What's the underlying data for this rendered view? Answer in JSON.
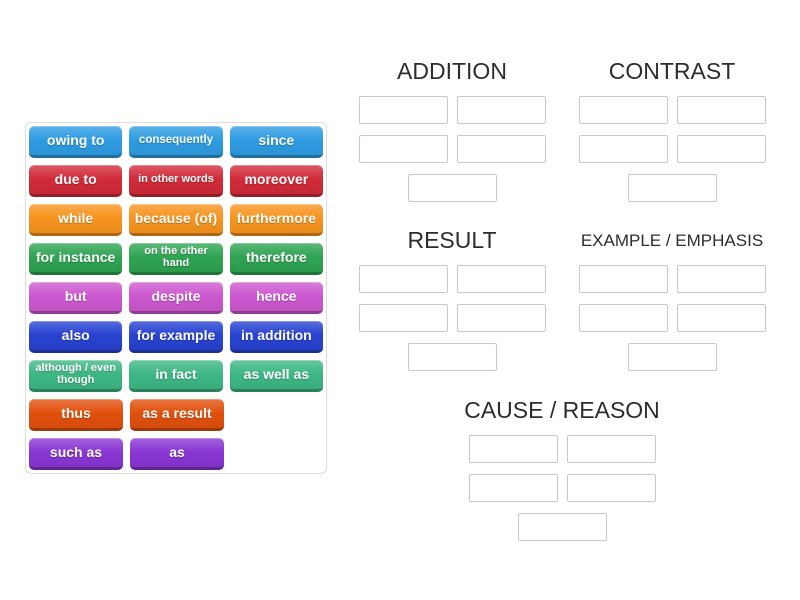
{
  "groups": [
    {
      "label": "ADDITION",
      "slots": 5
    },
    {
      "label": "CONTRAST",
      "slots": 5
    },
    {
      "label": "RESULT",
      "slots": 5
    },
    {
      "label": "EXAMPLE / EMPHASIS",
      "slots": 5
    },
    {
      "label": "CAUSE / REASON",
      "slots": 5
    }
  ],
  "tile_rows": [
    {
      "color": "#2e9ce1",
      "tiles": [
        "owing to",
        "consequently",
        "since"
      ]
    },
    {
      "color": "#d22b39",
      "tiles": [
        "due to",
        "in other words",
        "moreover"
      ]
    },
    {
      "color": "#f7941e",
      "tiles": [
        "while",
        "because (of)",
        "furthermore"
      ]
    },
    {
      "color": "#2fa452",
      "tiles": [
        "for instance",
        "on the other hand",
        "therefore"
      ]
    },
    {
      "color": "#cd58d0",
      "tiles": [
        "but",
        "despite",
        "hence"
      ]
    },
    {
      "color": "#2843d2",
      "tiles": [
        "also",
        "for example",
        "in addition"
      ]
    },
    {
      "color": "#3db784",
      "tiles": [
        "although / even though",
        "in fact",
        "as well as"
      ]
    },
    {
      "color": "#e1500d",
      "tiles": [
        "thus",
        "as a result"
      ]
    },
    {
      "color": "#8936d4",
      "tiles": [
        "such as",
        "as"
      ]
    }
  ],
  "colors": {
    "slot_border": "#c9c9c9",
    "header_text": "#2d2d2d",
    "panel_border": "#dcdcdc"
  }
}
